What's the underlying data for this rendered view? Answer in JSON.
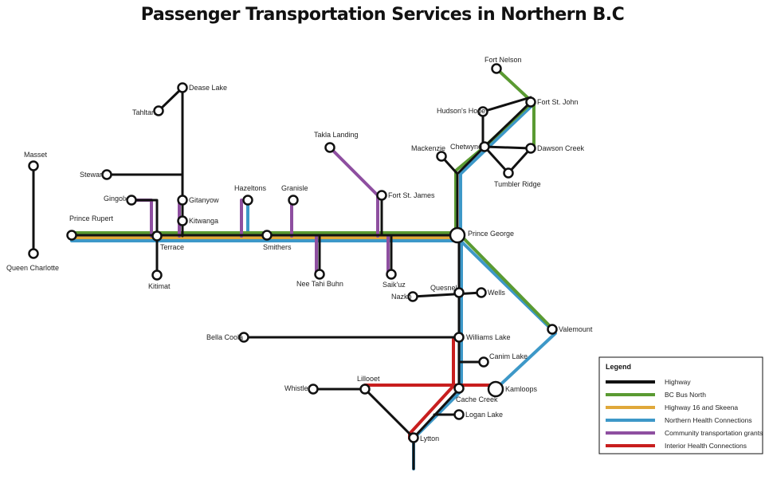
{
  "title": "Passenger Transportation Services in Northern B.C",
  "colors": {
    "highway": "#111111",
    "bc_bus_north": "#5a9a32",
    "hwy16": "#e0a83a",
    "northern_health": "#3d98c8",
    "community": "#8e4fa0",
    "interior_health": "#c81e1e"
  },
  "places": {
    "masset": "Masset",
    "queen_charlotte": "Queen Charlotte",
    "prince_rupert": "Prince Rupert",
    "terrace": "Terrace",
    "kitimat": "Kitimat",
    "gingolx": "Gingolx",
    "stewart": "Stewart",
    "tahltan": "Tahltan",
    "dease_lake": "Dease Lake",
    "gitanyow": "Gitanyow",
    "kitwanga": "Kitwanga",
    "hazeltons": "Hazeltons",
    "smithers": "Smithers",
    "granisle": "Granisle",
    "nee_tahi_buhn": "Nee Tahi Buhn",
    "takla_landing": "Takla Landing",
    "fort_st_james": "Fort St. James",
    "saikuz": "Saik'uz",
    "prince_george": "Prince George",
    "mackenzie": "Mackenzie",
    "chetwynd": "Chetwynd",
    "hudsons_hope": "Hudson's Hope",
    "fort_nelson": "Fort Nelson",
    "fort_st_john": "Fort St. John",
    "dawson_creek": "Dawson Creek",
    "tumbler_ridge": "Tumbler Ridge",
    "nazko": "Nazko",
    "quesnel": "Quesnel",
    "wells": "Wells",
    "valemount": "Valemount",
    "bella_coola": "Bella Coola",
    "williams_lake": "Williams Lake",
    "canim_lake": "Canim Lake",
    "whistler": "Whistler",
    "lillooet": "Lillooet",
    "cache_creek": "Cache Creek",
    "kamloops": "Kamloops",
    "logan_lake": "Logan Lake",
    "lytton": "Lytton"
  },
  "legend": {
    "title": "Legend",
    "items": [
      {
        "label": "Highway",
        "color": "#111111"
      },
      {
        "label": "BC Bus North",
        "color": "#5a9a32"
      },
      {
        "label": "Highway 16 and Skeena",
        "color": "#e0a83a"
      },
      {
        "label": "Northern Health Connections",
        "color": "#3d98c8"
      },
      {
        "label": "Community transportation grants",
        "color": "#8e4fa0"
      },
      {
        "label": "Interior Health Connections",
        "color": "#c81e1e"
      }
    ]
  }
}
